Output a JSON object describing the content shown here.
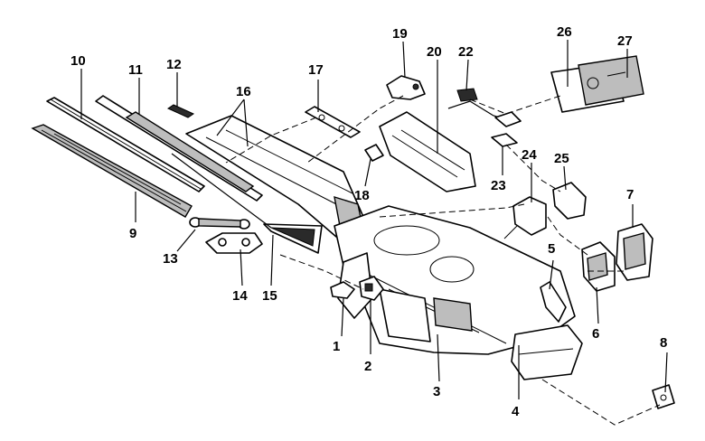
{
  "diagram": {
    "callouts": [
      {
        "id": "1",
        "label": "1"
      },
      {
        "id": "2",
        "label": "2"
      },
      {
        "id": "3",
        "label": "3"
      },
      {
        "id": "4",
        "label": "4"
      },
      {
        "id": "5",
        "label": "5"
      },
      {
        "id": "6",
        "label": "6"
      },
      {
        "id": "7",
        "label": "7"
      },
      {
        "id": "8",
        "label": "8"
      },
      {
        "id": "9",
        "label": "9"
      },
      {
        "id": "10",
        "label": "10"
      },
      {
        "id": "11",
        "label": "11"
      },
      {
        "id": "12",
        "label": "12"
      },
      {
        "id": "13",
        "label": "13"
      },
      {
        "id": "14",
        "label": "14"
      },
      {
        "id": "15",
        "label": "15"
      },
      {
        "id": "16",
        "label": "16"
      },
      {
        "id": "17",
        "label": "17"
      },
      {
        "id": "18",
        "label": "18"
      },
      {
        "id": "19",
        "label": "19"
      },
      {
        "id": "20",
        "label": "20"
      },
      {
        "id": "21",
        "label": "22"
      },
      {
        "id": "23",
        "label": "23"
      },
      {
        "id": "24",
        "label": "24"
      },
      {
        "id": "25",
        "label": "25"
      },
      {
        "id": "26",
        "label": "26"
      },
      {
        "id": "27",
        "label": "27"
      }
    ]
  }
}
